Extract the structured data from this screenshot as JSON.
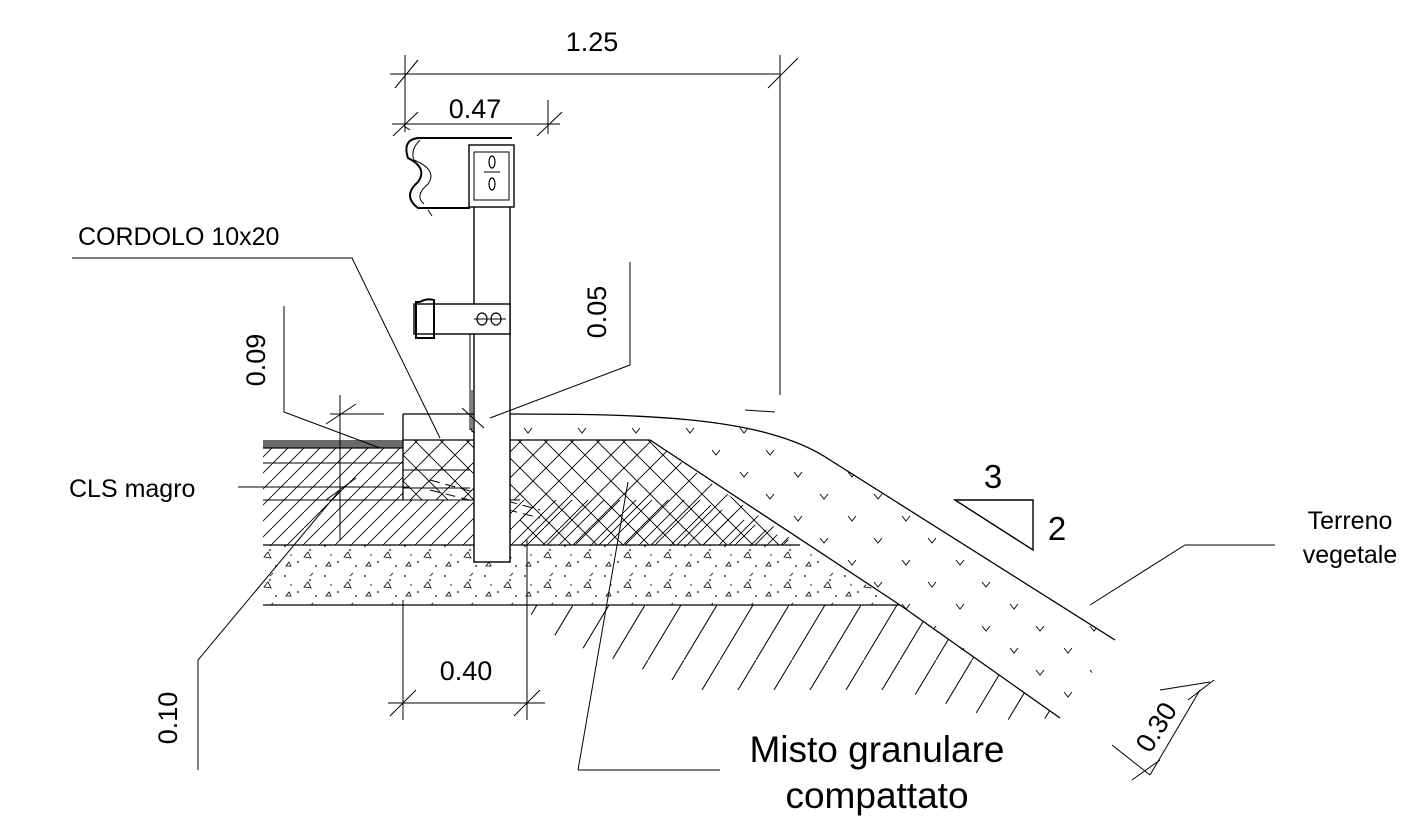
{
  "labels": {
    "dim_total_width": "1.25",
    "dim_rail_width": "0.47",
    "dim_post_offset": "0.05",
    "dim_curb_height": "0.09",
    "dim_base_width": "0.40",
    "dim_lean_layer": "0.10",
    "dim_topsoil": "0.30",
    "curb": "CORDOLO 10x20",
    "lean_concrete": "CLS magro",
    "slope_h": "3",
    "slope_v": "2",
    "topsoil_line1": "Terreno",
    "topsoil_line2": "vegetale",
    "fill_line1": "Misto granulare",
    "fill_line2": "compattato"
  },
  "colors": {
    "line": "#000000",
    "asphalt": "#6b6b6b",
    "background": "#ffffff"
  }
}
